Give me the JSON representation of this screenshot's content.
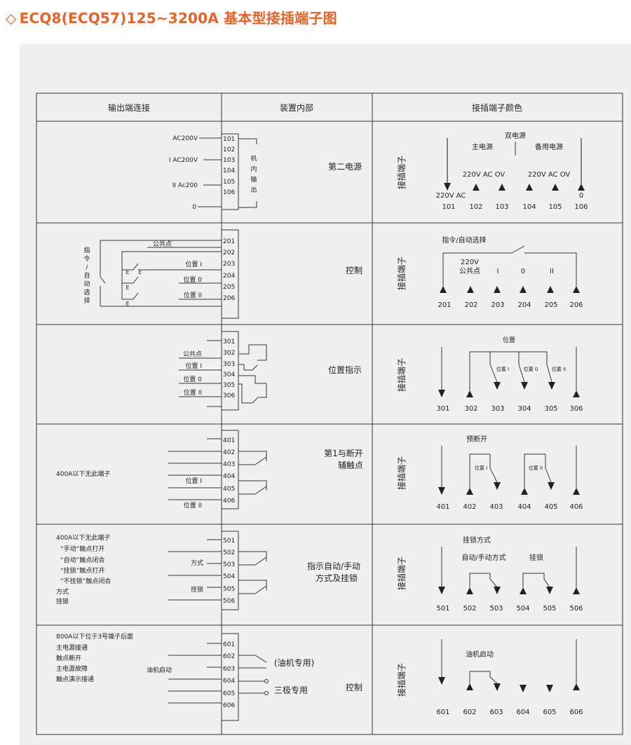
{
  "title": {
    "marker": "◇",
    "text": "ECQ8(ECQ57)125~3200A 基本型接插端子图"
  },
  "headers": {
    "col1": "输出端连接",
    "col2": "装置内部",
    "col3": "接插端子颜色"
  },
  "vertical_label": "接插端子",
  "sections": [
    {
      "id": "s1",
      "left_labels": [
        "AC200V",
        "I AC200V",
        "II Ac200",
        "0"
      ],
      "terminals": [
        "101",
        "102",
        "103",
        "104",
        "105",
        "106"
      ],
      "inner_label": "机内输出",
      "inner_chars": [
        "机",
        "内",
        "输",
        "出"
      ],
      "center_label": "第二电源",
      "right": {
        "top": "双电源",
        "sub1": "主电源",
        "sub2": "备用电源",
        "v1": "220V AC OV",
        "v2": "220V AC OV",
        "left_v": "220V AC",
        "zero": "0",
        "nums": [
          "101",
          "102",
          "103",
          "104",
          "105",
          "106"
        ]
      }
    },
    {
      "id": "s2",
      "left_side": "指令/自动选择",
      "left_side_chars": [
        "指",
        "令",
        "/",
        "自",
        "动",
        "选",
        "择"
      ],
      "left_labels": [
        "公共点",
        "位置 I",
        "位置 0",
        "位置 II"
      ],
      "e_marks": [
        "E",
        "E",
        "E",
        "E"
      ],
      "terminals": [
        "201",
        "202",
        "203",
        "204",
        "205",
        "206"
      ],
      "center_label": "控制",
      "right": {
        "top": "指令/自动选择",
        "v": "220V",
        "common": "公共点",
        "pos": [
          "I",
          "0",
          "II"
        ],
        "nums": [
          "201",
          "202",
          "203",
          "204",
          "205",
          "206"
        ]
      }
    },
    {
      "id": "s3",
      "left_labels": [
        "公共点",
        "位置 I",
        "位置 0",
        "位置 II"
      ],
      "terminals": [
        "301",
        "302",
        "303",
        "304",
        "305",
        "306"
      ],
      "center_label": "位置指示",
      "right": {
        "top": "位置",
        "pos": [
          "位置 I",
          "位置 0",
          "位置 II"
        ],
        "nums": [
          "301",
          "302",
          "303",
          "304",
          "305",
          "306"
        ]
      }
    },
    {
      "id": "s4",
      "note": "400A以下无此端子",
      "left_labels": [
        "位置 I",
        "位置 II"
      ],
      "terminals": [
        "401",
        "402",
        "403",
        "404",
        "405",
        "406"
      ],
      "center_label": "第1与断开",
      "center_label2": "辅触点",
      "right": {
        "top": "预断开",
        "pos": [
          "位置 I",
          "位置 II"
        ],
        "nums": [
          "401",
          "402",
          "403",
          "404",
          "405",
          "406"
        ]
      }
    },
    {
      "id": "s5",
      "notes": [
        "400A以下无此端子",
        "“手动”触点打开",
        "“自动”触点闭合",
        "“挂锁”触点打开",
        "“不挂锁”触点闭合",
        "方式",
        "挂锁"
      ],
      "left_labels": [
        "方式",
        "挂锁"
      ],
      "terminals": [
        "501",
        "502",
        "503",
        "504",
        "505",
        "506"
      ],
      "center_label": "指示自动/手动",
      "center_label2": "方式及挂锁",
      "right": {
        "top": "挂锁方式",
        "sub1": "自动/手动方式",
        "sub2": "挂锁",
        "nums": [
          "501",
          "502",
          "503",
          "504",
          "505",
          "506"
        ]
      }
    },
    {
      "id": "s6",
      "notes": [
        "800A以下位于3号端子后面",
        "主电源接通",
        "触点断开",
        "主电源故障",
        "触点演示接通"
      ],
      "left_label": "油机启动",
      "terminals": [
        "601",
        "602",
        "603",
        "604",
        "605",
        "606"
      ],
      "mid_label1": "(油机专用)",
      "mid_label2": "三极专用",
      "center_label": "控制",
      "right": {
        "top": "油机启动",
        "nums": [
          "601",
          "602",
          "603",
          "604",
          "605",
          "606"
        ]
      }
    }
  ],
  "colors": {
    "title": "#e8622a",
    "panel": "#f0f0f0",
    "line": "#333333"
  }
}
